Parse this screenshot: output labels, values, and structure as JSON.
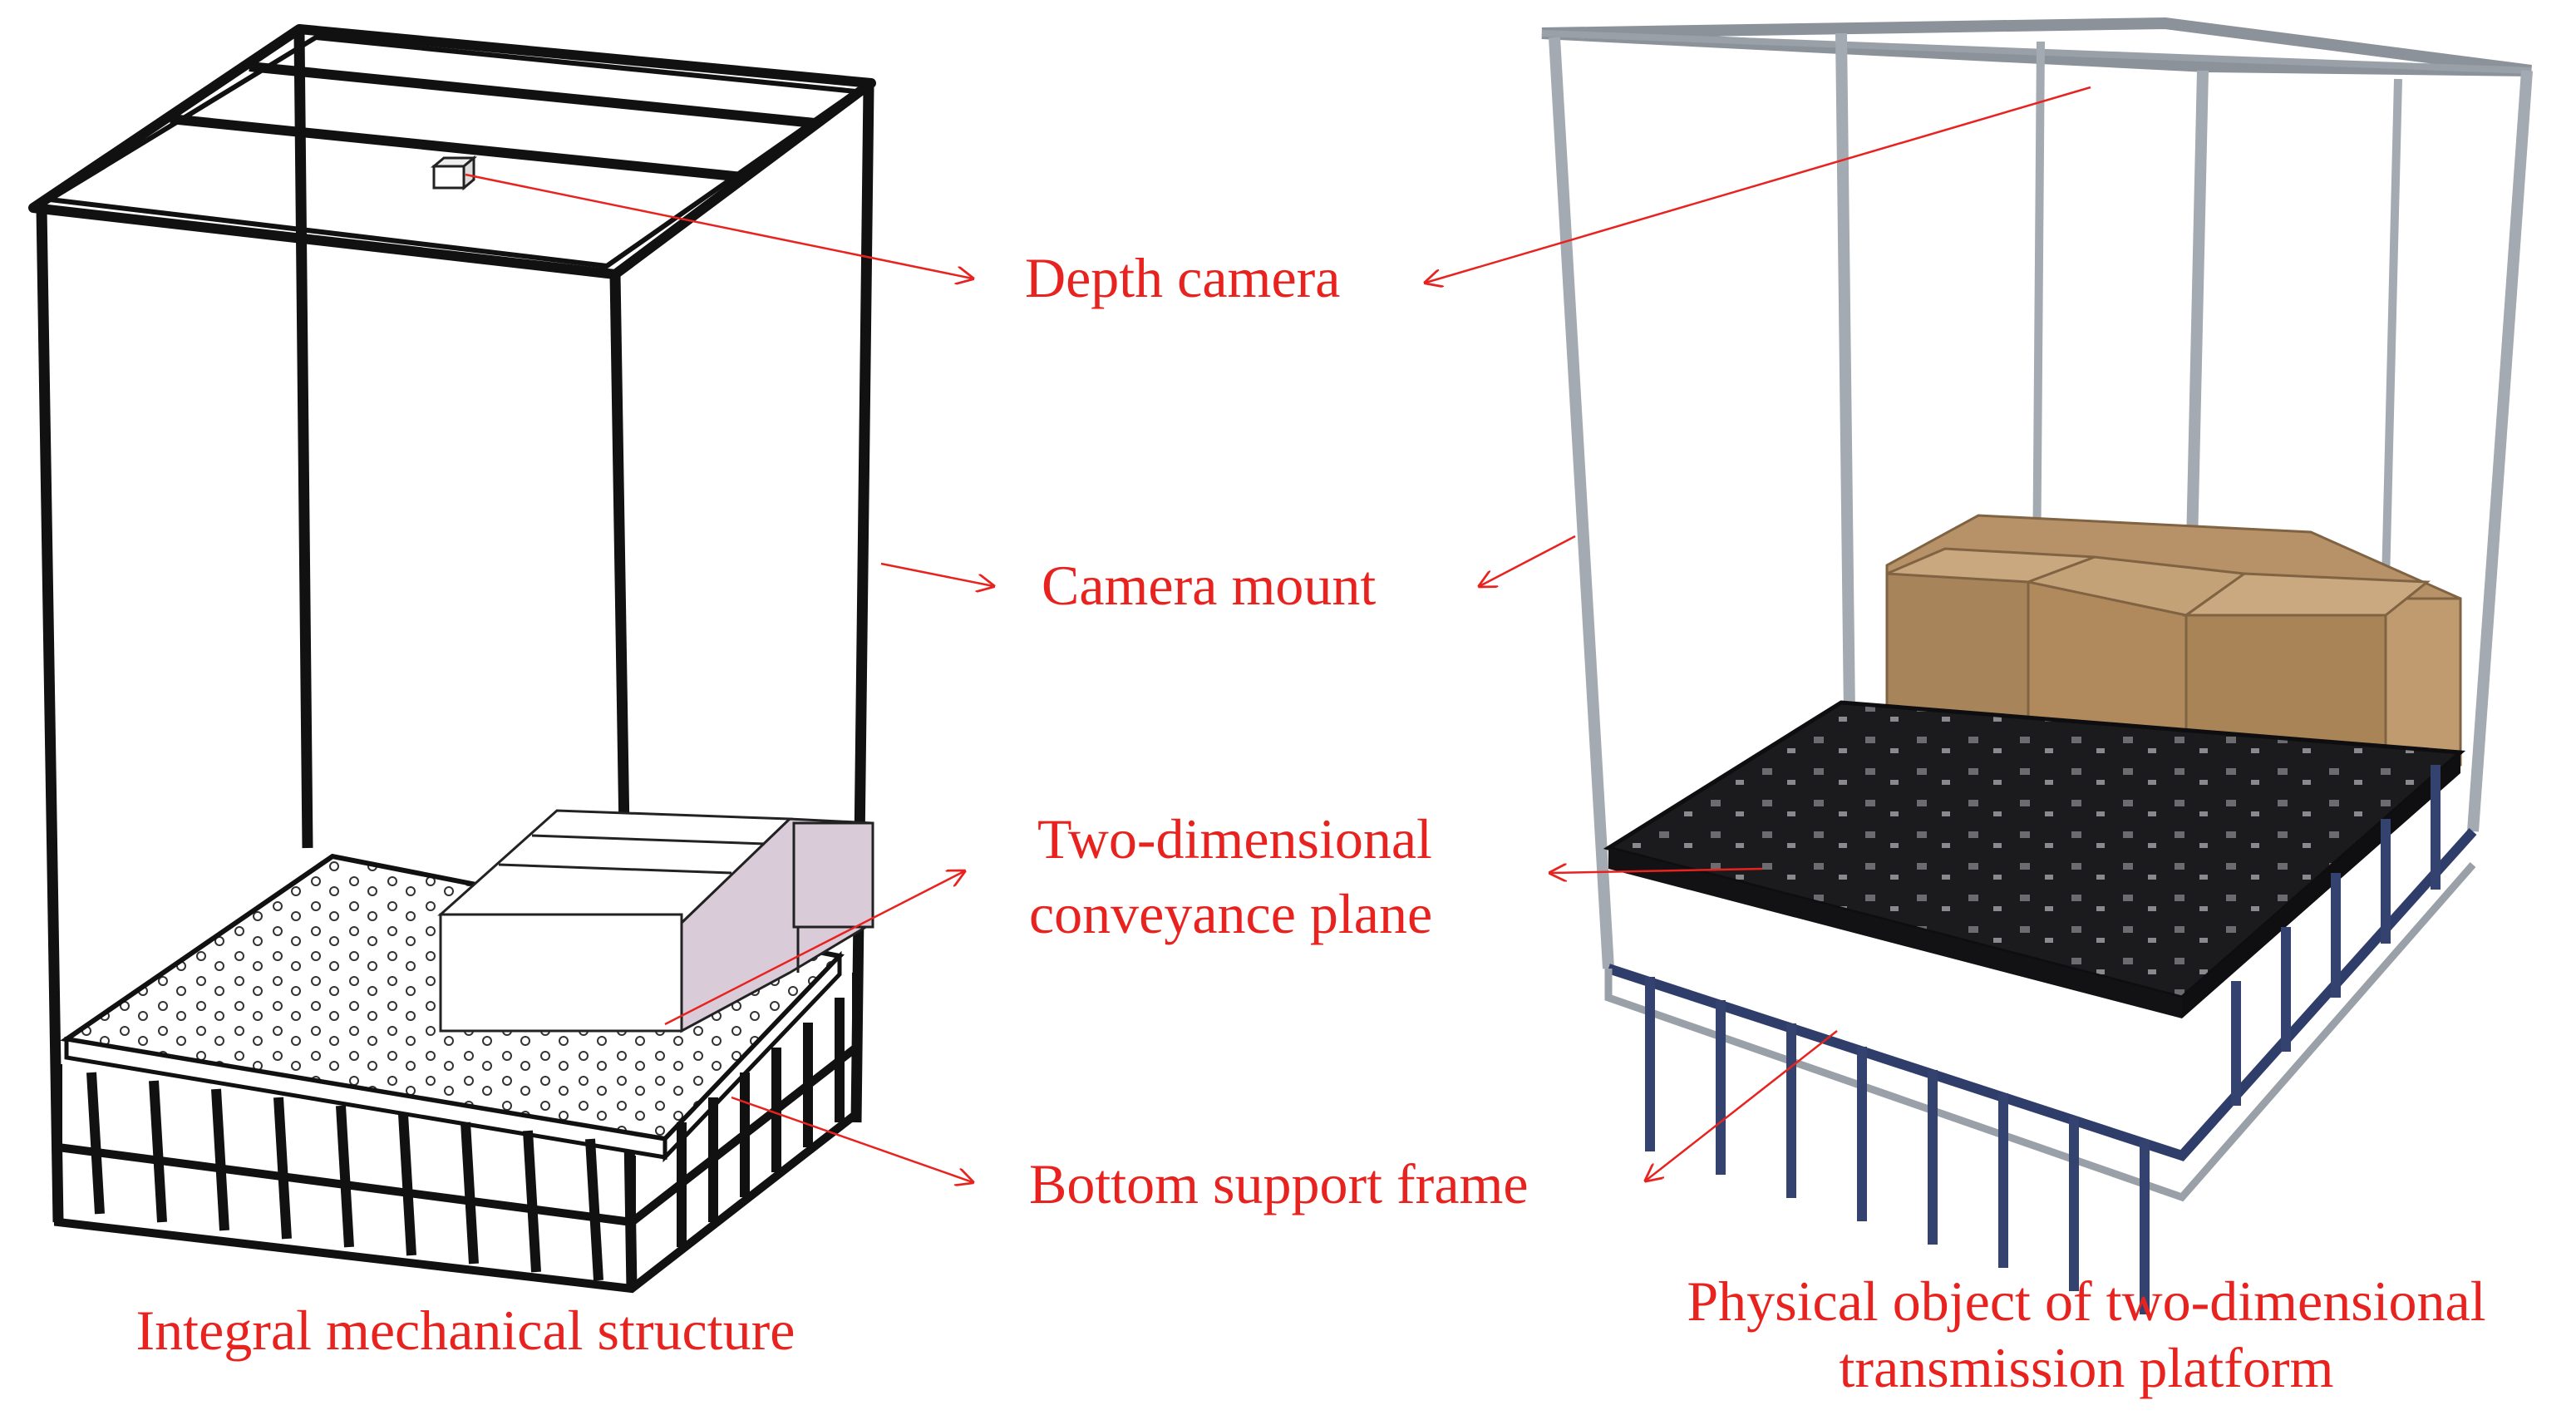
{
  "colors": {
    "accent": "#e8231f",
    "line_drawing": "#111111",
    "frame_metal": "#9aa0a8",
    "frame_blue": "#2f3d6a",
    "plane_black": "#1a1a1c",
    "box_cardboard": "#b08a5d",
    "box_lilac": "#d9cbd8"
  },
  "labels": {
    "depth_camera": "Depth camera",
    "camera_mount": "Camera mount",
    "conveyance_line1": "Two-dimensional",
    "conveyance_line2": "conveyance plane",
    "bottom_support": "Bottom support frame"
  },
  "captions": {
    "left": "Integral mechanical structure",
    "right_line1": "Physical object of two-dimensional",
    "right_line2": "transmission platform"
  },
  "icons": {
    "arrow": "arrow-icon",
    "camera": "camera-icon"
  }
}
